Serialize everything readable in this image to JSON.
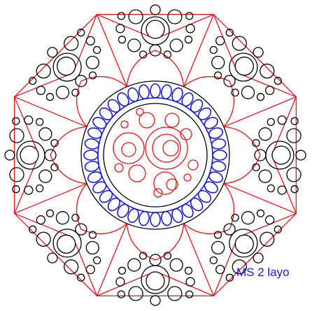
{
  "caption": {
    "text": "MS 2 layo"
  },
  "colors": {
    "outer_ring": "#e8141a",
    "packed_circles": "#000000",
    "chain_ring": "#1a1ad0",
    "inner_circles": "#e8141a",
    "caption": "#1a1ad0"
  },
  "diagram": {
    "outer_shape": "octagon",
    "sectors": 8,
    "chain_ring_links": 36
  }
}
